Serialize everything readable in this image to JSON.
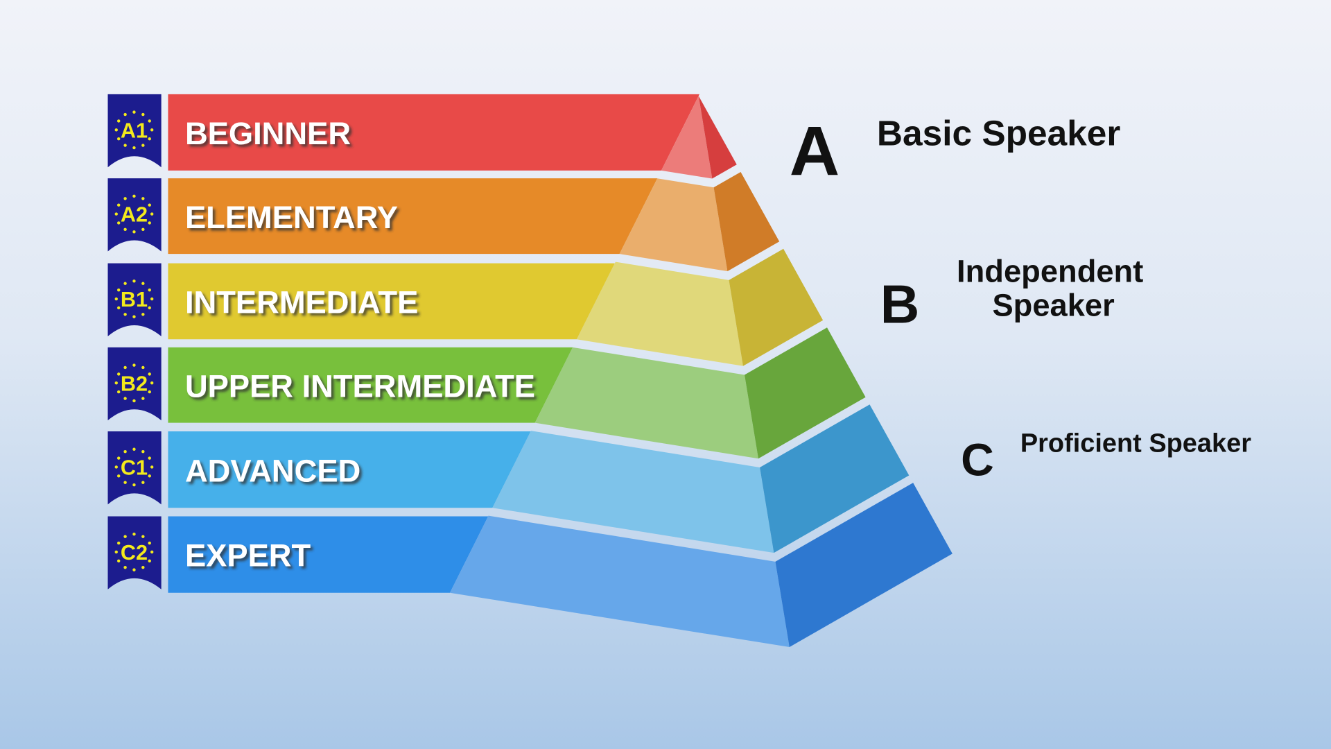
{
  "levels": [
    {
      "code": "A1",
      "label": "BEGINNER",
      "colors": {
        "bar": "#e84a48",
        "front": "#ec7c7a",
        "side": "#d63e3e"
      }
    },
    {
      "code": "A2",
      "label": "ELEMENTARY",
      "colors": {
        "bar": "#e68a28",
        "front": "#eaae6c",
        "side": "#d07c28"
      }
    },
    {
      "code": "B1",
      "label": "INTERMEDIATE",
      "colors": {
        "bar": "#e0c930",
        "front": "#e0d87a",
        "side": "#c8b436"
      }
    },
    {
      "code": "B2",
      "label": "UPPER INTERMEDIATE",
      "colors": {
        "bar": "#78c03c",
        "front": "#9ccd7e",
        "side": "#68a63c"
      }
    },
    {
      "code": "C1",
      "label": "ADVANCED",
      "colors": {
        "bar": "#46b0ea",
        "front": "#7ec3ea",
        "side": "#3c96cc"
      }
    },
    {
      "code": "C2",
      "label": "EXPERT",
      "colors": {
        "bar": "#2e8ee8",
        "front": "#66a7ea",
        "side": "#2e78d0"
      }
    }
  ],
  "badge_color": "#1c1c8e",
  "groups": {
    "a": {
      "letter": "A",
      "title": "Basic Speaker"
    },
    "b": {
      "letter": "B",
      "title_line1": "Independent",
      "title_line2": "Speaker"
    },
    "c": {
      "letter": "C",
      "title": "Proficient Speaker"
    }
  }
}
